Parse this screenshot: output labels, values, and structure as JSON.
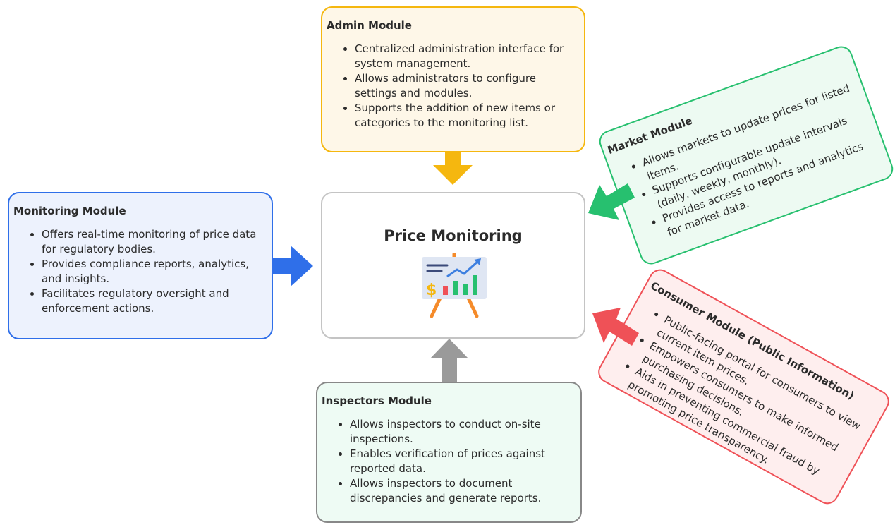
{
  "center": {
    "title": "Price Monitoring"
  },
  "admin": {
    "title": "Admin Module",
    "items": [
      "Centralized administration interface for system management.",
      "Allows administrators to configure settings and modules.",
      "Supports the addition of new items or categories to the monitoring list."
    ]
  },
  "monitoring": {
    "title": "Monitoring Module",
    "items": [
      "Offers real-time monitoring of price data for regulatory bodies.",
      "Provides compliance reports, analytics, and insights.",
      "Facilitates regulatory oversight and enforcement actions."
    ]
  },
  "inspectors": {
    "title": "Inspectors Module",
    "items": [
      "Allows inspectors to conduct on-site inspections.",
      "Enables verification of prices against reported data.",
      "Allows inspectors to document discrepancies and generate reports."
    ]
  },
  "market": {
    "title": "Market Module",
    "items": [
      "Allows markets to update prices for listed items.",
      "Supports configurable update intervals (daily, weekly, monthly).",
      "Provides access to reports and analytics for market data."
    ]
  },
  "consumer": {
    "title": "Consumer Module (Public Information)",
    "items": [
      "Public-facing portal for consumers to view current item prices.",
      "Empowers consumers to make informed purchasing decisions.",
      "Aids in preventing commercial fraud by promoting price transparency."
    ]
  },
  "colors": {
    "admin": "#f5b70f",
    "monitoring": "#2f6fe9",
    "inspectors": "#888888",
    "market": "#27c06f",
    "consumer": "#ef5157"
  },
  "icons": [
    "price-chart-board-icon"
  ]
}
